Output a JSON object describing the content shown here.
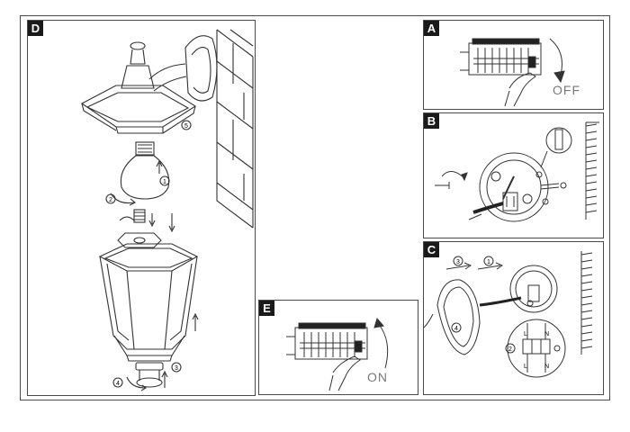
{
  "panels": {
    "D": {
      "label": "D"
    },
    "A": {
      "label": "A",
      "switch_text": "OFF"
    },
    "B": {
      "label": "B"
    },
    "C": {
      "label": "C",
      "terminal_L": "L",
      "terminal_N": "N",
      "terminal_L2": "L",
      "terminal_N2": "N"
    },
    "E": {
      "label": "E",
      "switch_text": "ON"
    }
  },
  "step_markers": {
    "d1": "1",
    "d2": "2",
    "d3": "3",
    "d4": "4",
    "d5": "5",
    "c1": "1",
    "c2": "2",
    "c3": "3",
    "c4": "4"
  }
}
